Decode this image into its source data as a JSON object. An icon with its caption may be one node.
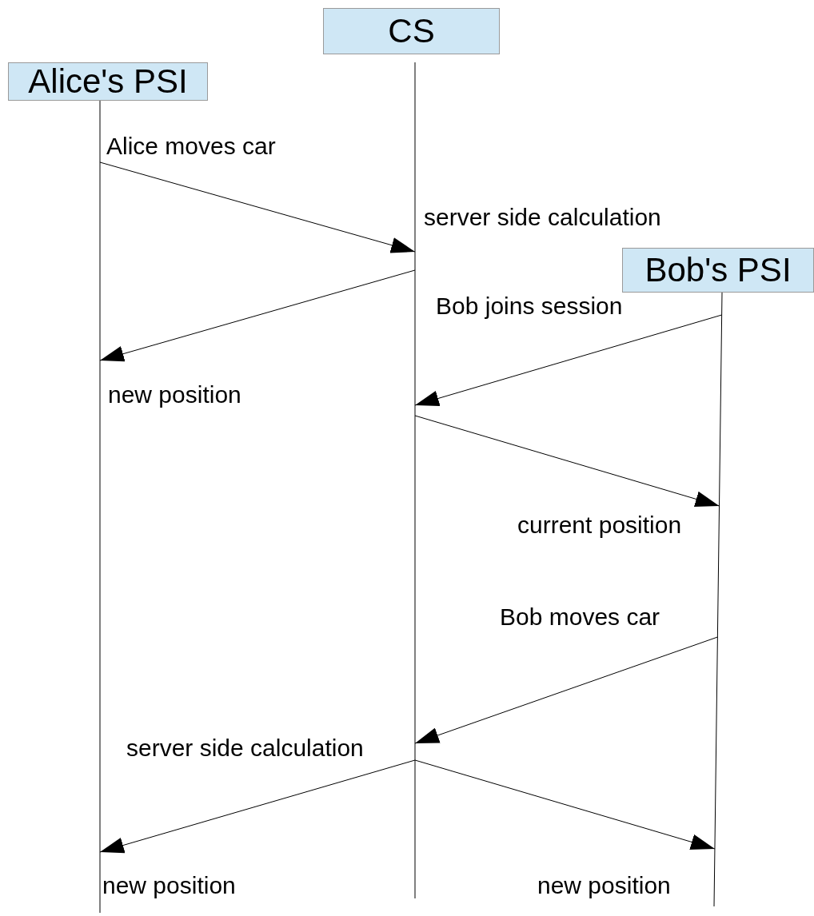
{
  "diagram": {
    "nodes": [
      {
        "text": [
          "Alice's PSI"
        ]
      },
      {
        "text": [
          "CS"
        ]
      },
      {
        "text": [
          "Bob's PSI"
        ]
      }
    ],
    "edges": [
      {
        "from": 0,
        "to": 1,
        "arrow": "to",
        "label": "Alice moves car"
      },
      {
        "from": 1,
        "to": 0,
        "arrow": "to",
        "label": "new position"
      },
      {
        "from": 2,
        "to": 1,
        "arrow": "to",
        "label": "Bob joins session"
      },
      {
        "from": 1,
        "to": 2,
        "arrow": "to",
        "label": "current position"
      },
      {
        "from": 2,
        "to": 1,
        "arrow": "to",
        "label": "Bob moves car"
      },
      {
        "from": 1,
        "to": 0,
        "arrow": "to",
        "label": "new position"
      },
      {
        "from": 1,
        "to": 2,
        "arrow": "to",
        "label": "new position"
      }
    ],
    "labels": [
      "server side calculation",
      "server side calculation"
    ]
  }
}
